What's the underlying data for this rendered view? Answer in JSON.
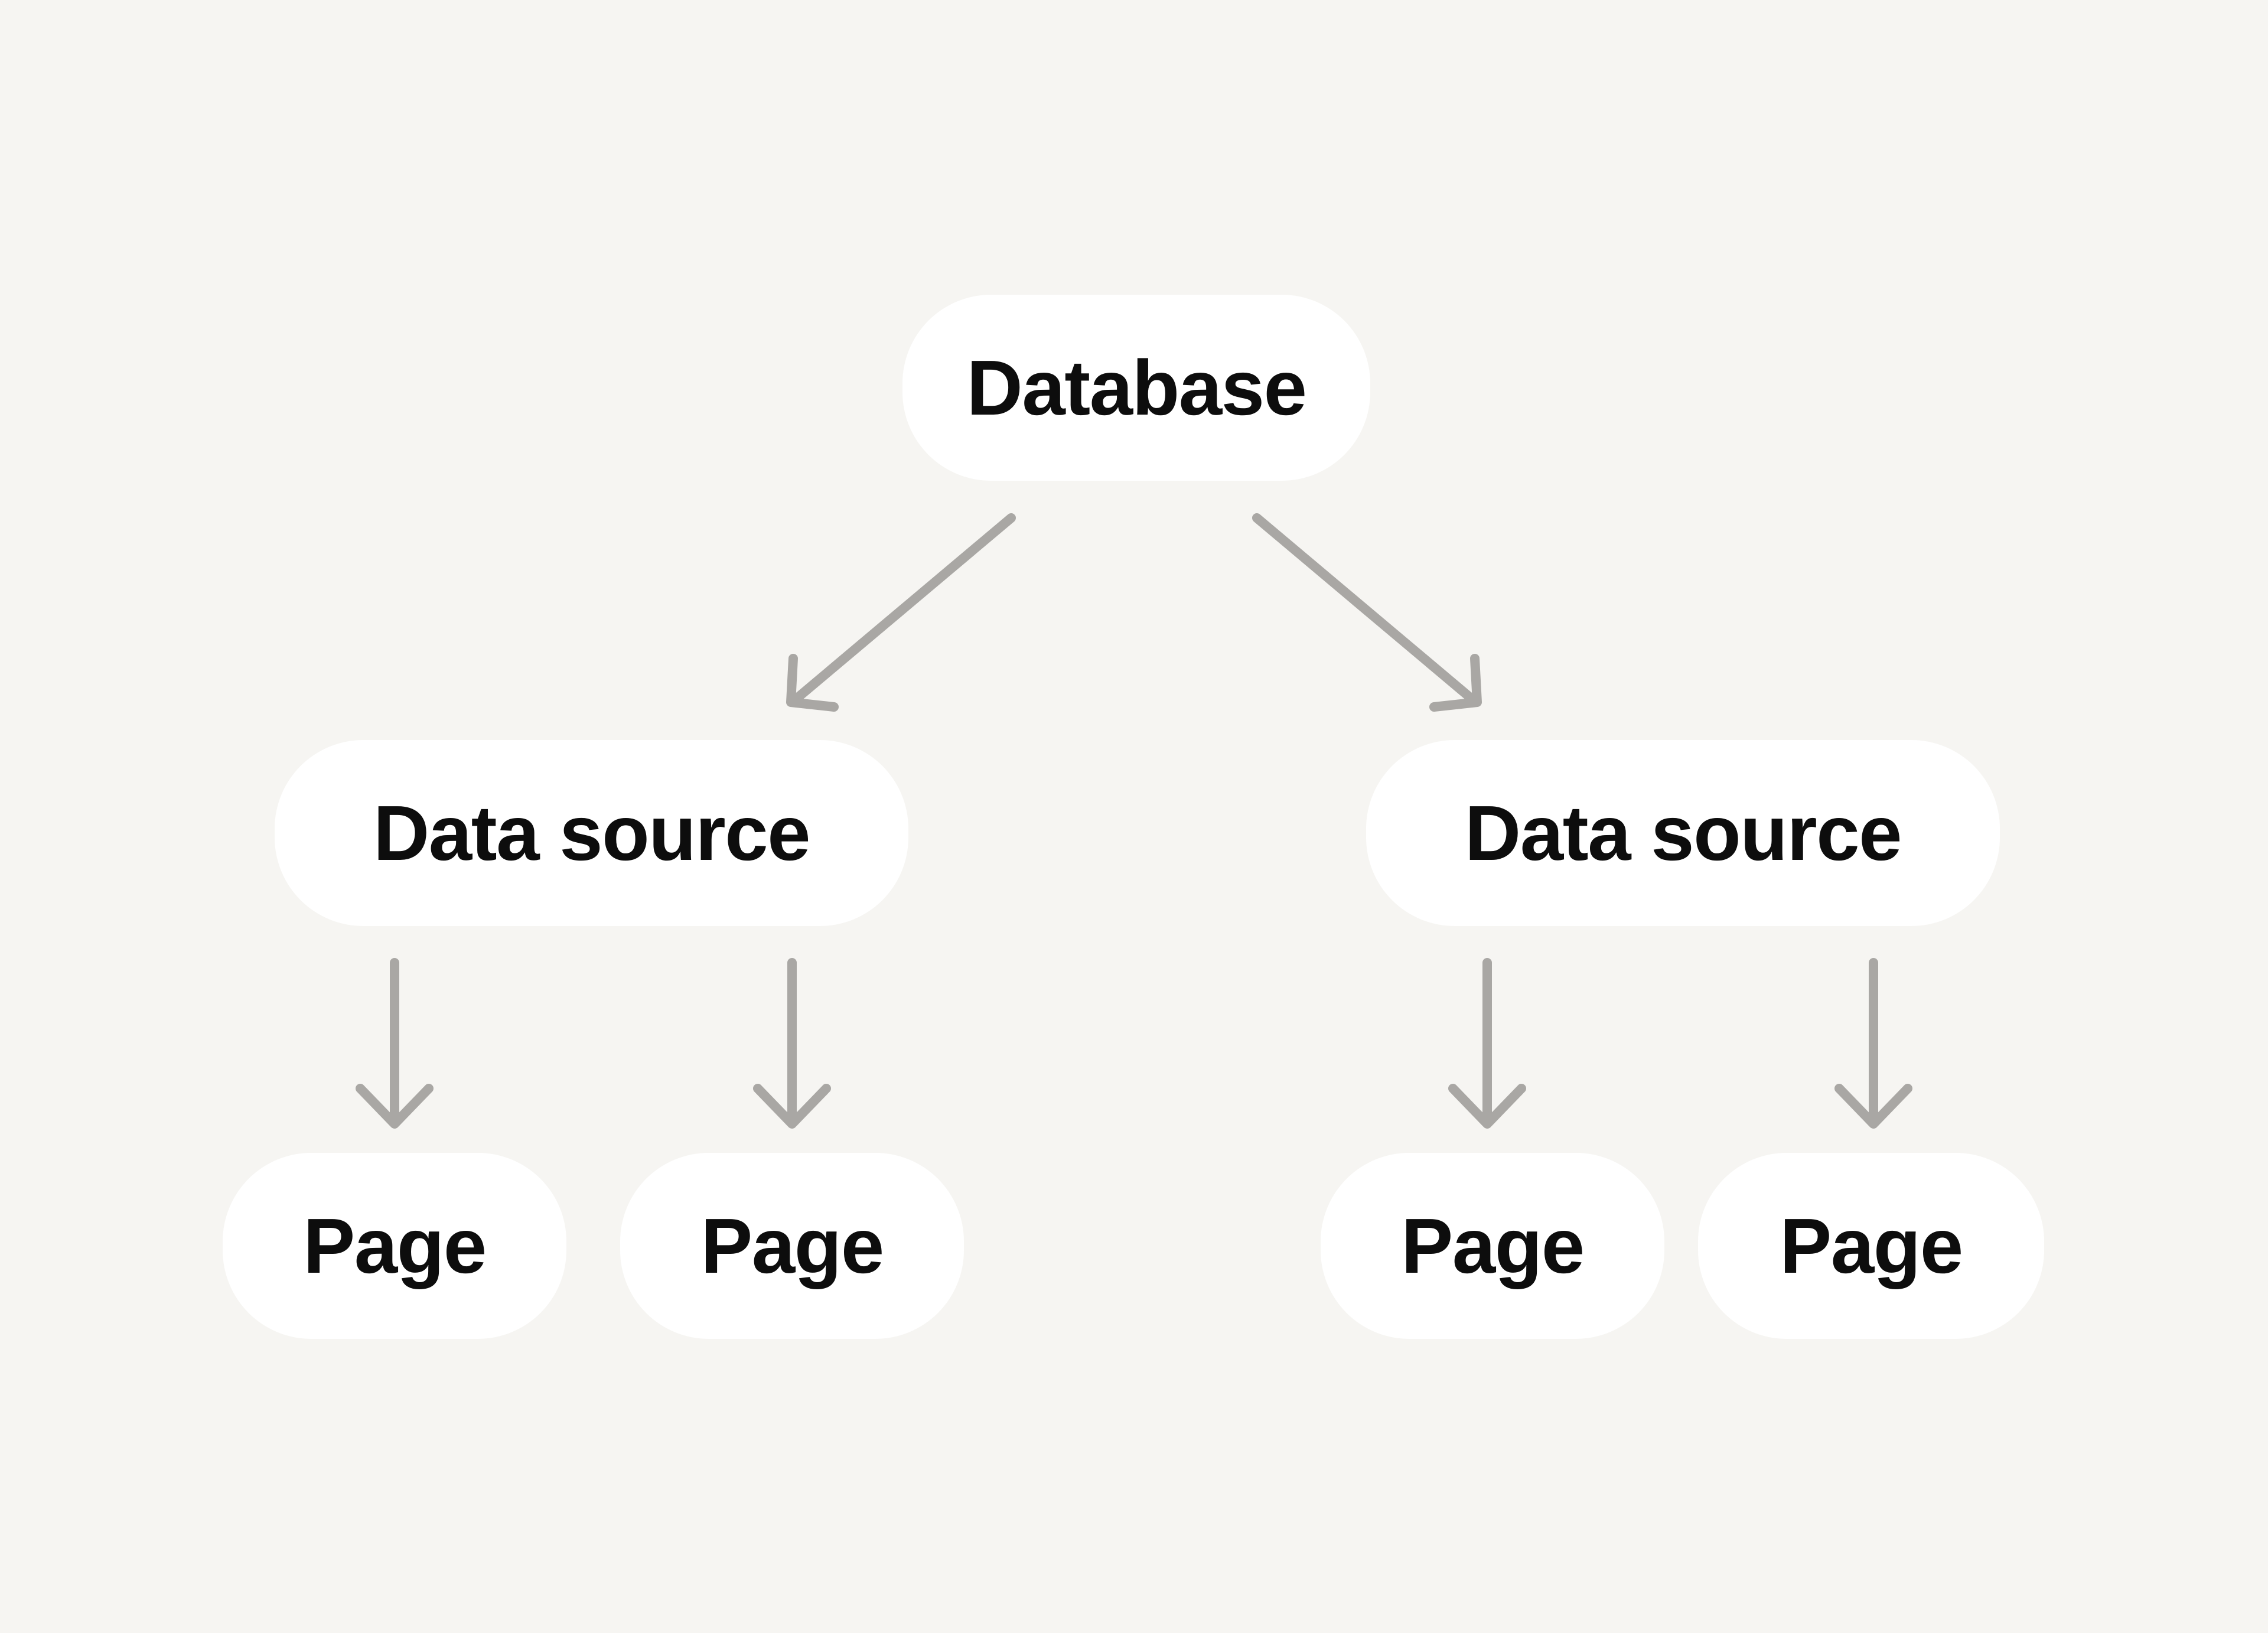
{
  "diagram": {
    "type": "tree",
    "colors": {
      "background": "#F6F5F2",
      "node_fill": "#FFFFFF",
      "text": "#0D0D0D",
      "arrow": "#A9A7A4"
    },
    "nodes": {
      "database": {
        "label": "Database"
      },
      "data_source_left": {
        "label": "Data source"
      },
      "data_source_right": {
        "label": "Data source"
      },
      "page_left_1": {
        "label": "Page"
      },
      "page_left_2": {
        "label": "Page"
      },
      "page_right_1": {
        "label": "Page"
      },
      "page_right_2": {
        "label": "Page"
      }
    },
    "edges": [
      {
        "from": "database",
        "to": "data_source_left"
      },
      {
        "from": "database",
        "to": "data_source_right"
      },
      {
        "from": "data_source_left",
        "to": "page_left_1"
      },
      {
        "from": "data_source_left",
        "to": "page_left_2"
      },
      {
        "from": "data_source_right",
        "to": "page_right_1"
      },
      {
        "from": "data_source_right",
        "to": "page_right_2"
      }
    ]
  }
}
